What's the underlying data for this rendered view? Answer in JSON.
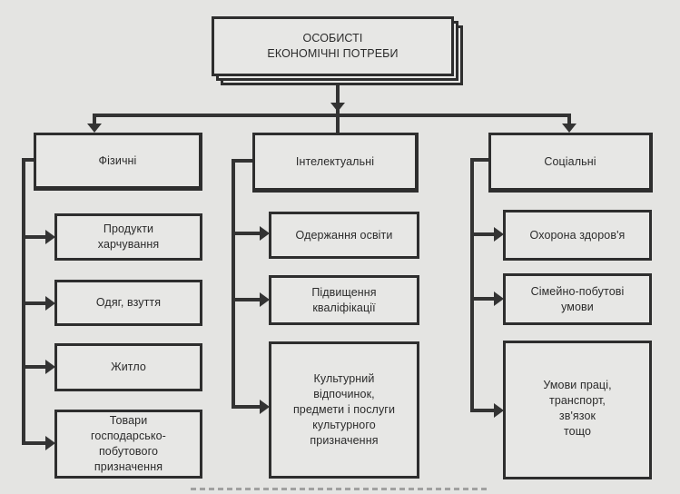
{
  "diagram": {
    "root": {
      "label": "Особисті\nекономічні потреби"
    },
    "categories": [
      {
        "label": "Фізичні",
        "items": [
          "Продукти\nхарчування",
          "Одяг, взуття",
          "Житло",
          "Товари\nгосподарсько-\nпобутового\nпризначення"
        ]
      },
      {
        "label": "Інтелектуальні",
        "items": [
          "Одержання освіти",
          "Підвищення\nкваліфікації",
          "Культурний\nвідпочинок,\nпредмети і послуги\nкультурного\nпризначення"
        ]
      },
      {
        "label": "Соціальні",
        "items": [
          "Охорона здоров'я",
          "Сімейно-побутові\nумови",
          "Умови праці,\nтранспорт,\nзв'язок\nтощо"
        ]
      }
    ],
    "colors": {
      "line": "#2e2e2e",
      "paper": "#e4e4e2",
      "text": "#2b2b2b"
    }
  }
}
